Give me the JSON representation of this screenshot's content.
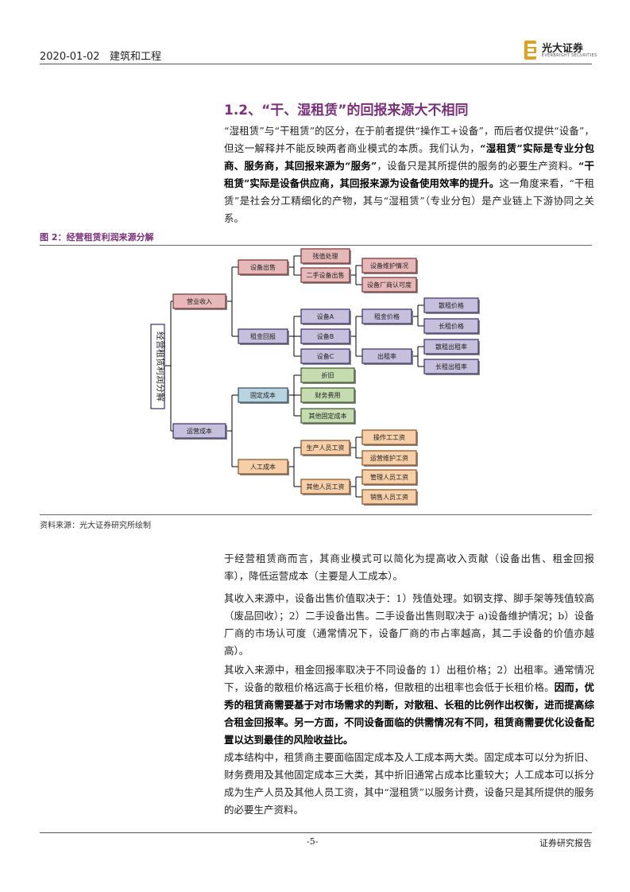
{
  "header": {
    "date": "2020-01-02",
    "sector": "建筑和工程",
    "logo_name": "光大证券",
    "logo_sub": "EVERBRIGHT SECURITIES",
    "logo_color": "#e0a020"
  },
  "section": {
    "title": "1.2、“干、湿租赁”的回报来源大不相同"
  },
  "paragraphs": {
    "p1": {
      "t1": "“湿租赁”与“干租赁”的区分，在于前者提供“操作工+设备”，而后者仅提供“设备”，但这一解释并不能反映两者商业模式的本质。我们认为，",
      "b1": "“湿租赁”实际是专业分包商、服务商，其回报来源为“服务”",
      "t2": "，设备只是其所提供的服务的必要生产资料。",
      "b2": "“干租赁”实际是设备供应商，其回报来源为设备使用效率的提升。",
      "t3": "这一角度来看，“干租赁”是社会分工精细化的产物，其与“湿租赁”（专业分包）是产业链上下游协同之关系。"
    },
    "p2": "于经营租赁商而言，其商业模式可以简化为提高收入贡献（设备出售、租金回报率），降低运营成本（主要是人工成本）。",
    "p3": "其收入来源中，设备出售价值取决于：1）残值处理。如钢支撑、脚手架等残值较高（废品回收）；2）二手设备出售。二手设备出售则取决于 a)设备维护情况；b）设备厂商的市场认可度（通常情况下，设备厂商的市占率越高，其二手设备的价值亦越高）。",
    "p4": {
      "t1": "其收入来源中，租金回报率取决于不同设备的 1）出租价格；2）出租率。通常情况下，设备的散租价格远高于长租价格，但散租的出租率也会低于长租价格。",
      "b1": "因而，优秀的租赁商需要基于对市场需求的判断，对散租、长租的比例作出权衡，进而提高综合租金回报率。另一方面，不同设备面临的供需情况有不同，租赁商需要优化设备配置以达到最佳的风险收益比。"
    },
    "p5": "成本结构中，租赁商主要面临固定成本及人工成本两大类。固定成本可以分为折旧、财务费用及其他固定成本三大类，其中折旧通常占成本比重较大；人工成本可以拆分成为生产人员及其他人员工资，其中“湿租赁”以服务计费，设备只是其所提供的服务的必要生产资料。"
  },
  "figure": {
    "title": "图 2：经营租赁利润来源分解",
    "source": "资料来源：光大证券研究所绘制",
    "root": "经营租赁利润分解",
    "nodes": {
      "revenue": "营业收入",
      "cost": "运营成本",
      "equip_sale": "设备出售",
      "rent_return": "租金回报",
      "fixed_cost": "固定成本",
      "labor_cost": "人工成本",
      "residual": "残值处理",
      "second_hand": "二手设备出售",
      "maint": "设备维护情况",
      "maker_rec": "设备厂商认可度",
      "equip_a": "设备A",
      "equip_b": "设备B",
      "equip_c": "设备C",
      "rent_price": "租金价格",
      "util_rate": "出租率",
      "short_price": "散租价格",
      "long_price": "长租价格",
      "short_rate": "散租出租率",
      "long_rate": "长租出租率",
      "depreciation": "折旧",
      "finance": "财务费用",
      "other_fixed": "其他固定成本",
      "prod_wage": "生产人员工资",
      "other_wage": "其他人员工资",
      "operator_wage": "操作工工资",
      "maint_wage": "运营维护工资",
      "mgmt_wage": "管理人员工资",
      "sales_wage": "销售人员工资"
    },
    "colors": {
      "red_fill": "#e6b8b8",
      "red_stroke": "#7a3030",
      "purple_fill": "#c6c0dc",
      "purple_stroke": "#3a2e6a",
      "green_fill": "#c4dcb0",
      "green_stroke": "#3c5a2a",
      "blue_fill": "#b8d4e0",
      "blue_stroke": "#2e4e62",
      "orange_fill": "#f6cfa8",
      "orange_stroke": "#8a5020",
      "line": "#000000"
    }
  },
  "footer": {
    "page": "-5-",
    "label": "证券研究报告"
  }
}
